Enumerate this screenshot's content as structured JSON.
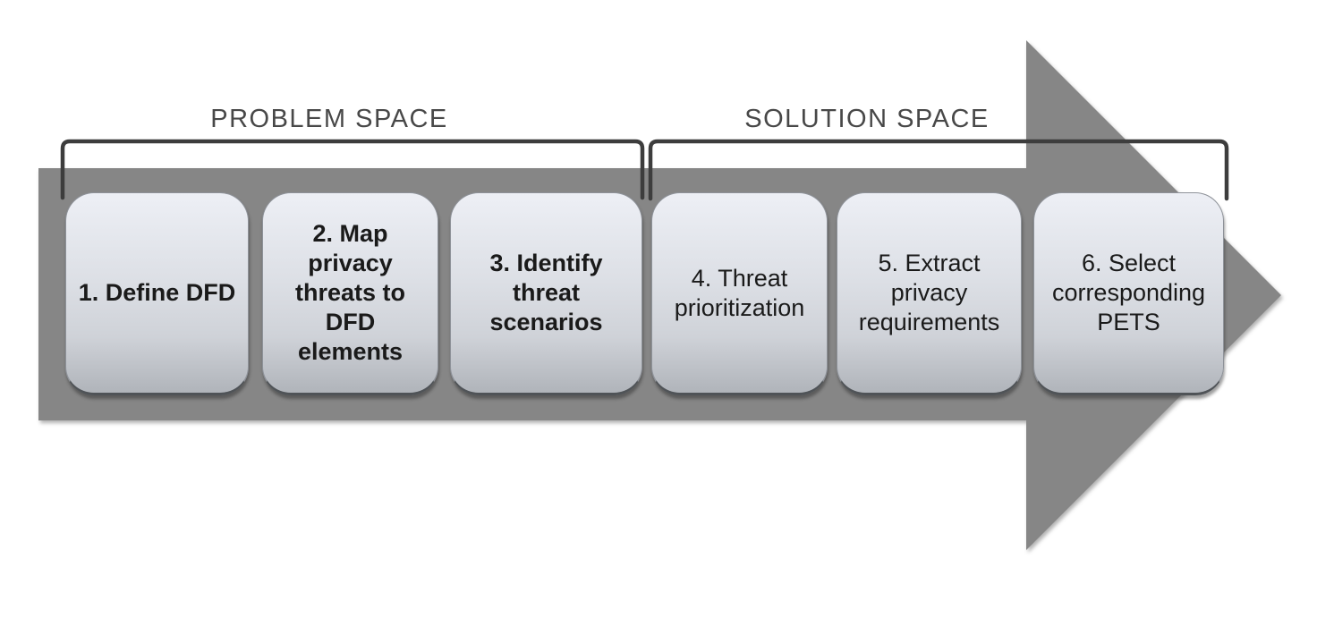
{
  "diagram": {
    "spaces": {
      "problem": {
        "label": "PROBLEM SPACE"
      },
      "solution": {
        "label": "SOLUTION SPACE"
      }
    },
    "steps": [
      {
        "number": "1",
        "space": "problem",
        "emphasis": "bold",
        "label": "1. Define DFD"
      },
      {
        "number": "2",
        "space": "problem",
        "emphasis": "bold",
        "label": "2. Map\nprivacy\nthreats to\nDFD\nelements"
      },
      {
        "number": "3",
        "space": "problem",
        "emphasis": "bold",
        "label": "3. Identify\nthreat\nscenarios"
      },
      {
        "number": "4",
        "space": "solution",
        "emphasis": "regular",
        "label": "4. Threat\nprioritization"
      },
      {
        "number": "5",
        "space": "solution",
        "emphasis": "regular",
        "label": "5. Extract\nprivacy\nrequirements"
      },
      {
        "number": "6",
        "space": "solution",
        "emphasis": "regular",
        "label": "6. Select\ncorresponding\nPETS"
      }
    ],
    "colors": {
      "arrow": "#868686",
      "bracket": "#3d3d3d",
      "heading": "#484848",
      "box-top": "#edeff5",
      "box-bottom": "#b0b4ba",
      "box-text": "#1a1a1a"
    }
  }
}
